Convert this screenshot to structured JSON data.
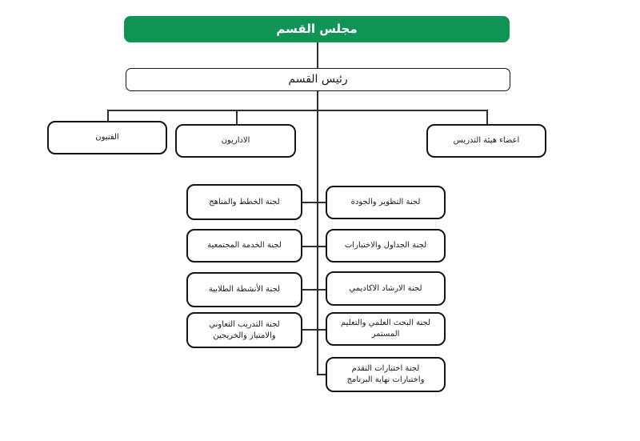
{
  "org": {
    "root": {
      "label": "مجلس القسم"
    },
    "head": {
      "label": "رئيس القسم"
    },
    "groups": [
      {
        "label": "الفنيون"
      },
      {
        "label": "الاداريون"
      },
      {
        "label": "اعضاء هيئة التدريس"
      }
    ],
    "committees_left": [
      {
        "label": "لجنة الخطط والمناهج"
      },
      {
        "label": "لجنة الخدمة المجتمعية"
      },
      {
        "label": "لجنة الأنشطة الطلابية"
      },
      {
        "label": "لجنة التدريب التعاوني والامتياز والخريجين"
      }
    ],
    "committees_right": [
      {
        "label": "لجنة التطوير والجودة"
      },
      {
        "label": "لجنة الجداول والاختبارات"
      },
      {
        "label": "لجنة الارشاد الاكاديمي"
      },
      {
        "label": "لجنة البحث العلمي والتعليم المستمر"
      },
      {
        "label": "لجنة اختبارات التقدم واختبارات نهاية البرنامج"
      }
    ]
  },
  "colors": {
    "accent_green": "#0f9456",
    "line": "#2f2f2f",
    "border": "#151515",
    "background": "#ffffff"
  }
}
